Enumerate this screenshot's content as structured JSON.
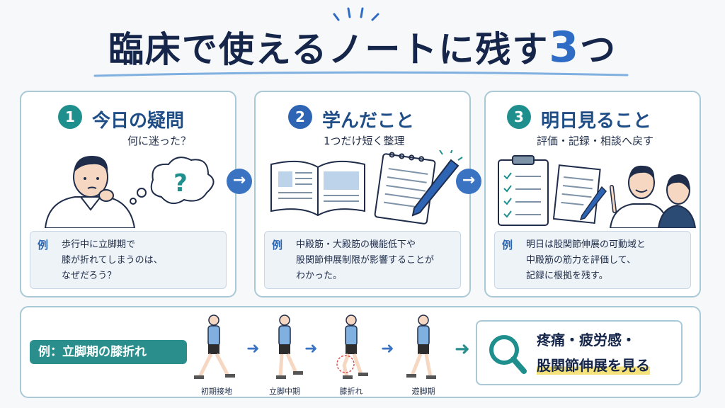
{
  "title": {
    "text": "臨床で使えるノートに残す",
    "number": "3",
    "suffix": "つ"
  },
  "cards": [
    {
      "number": "1",
      "title": "今日の疑問",
      "subtitle": "何に迷った？",
      "illustration_question_mark": "?",
      "example_label": "例",
      "example_text": "歩行中に立脚期で\n膝が折れてしまうのは、\nなぜだろう？"
    },
    {
      "number": "2",
      "title": "学んだこと",
      "subtitle": "1つだけ短く整理",
      "example_label": "例",
      "example_text": "中殿筋・大殿筋の機能低下や\n股関節伸展制限が影響することが\nわかった。"
    },
    {
      "number": "3",
      "title": "明日見ること",
      "subtitle": "評価・記録・相談へ戻す",
      "example_label": "例",
      "example_text": "明日は股関節伸展の可動域と\n中殿筋の筋力を評価して、\n記録に根拠を残す。"
    }
  ],
  "flow_arrow": "→",
  "bottom": {
    "tag": "例：立脚期の膝折れ",
    "phases": [
      "初期接地",
      "立脚中期",
      "膝折れ",
      "遊脚期"
    ],
    "step_arrow": "➜",
    "look_line1": "疼痛・疲労感・",
    "look_line2": "股関節伸展を見る"
  },
  "colors": {
    "teal": "#1f8f8d",
    "blue": "#2e64b4",
    "navy": "#16264a",
    "highlight": "#f5e27a",
    "card_border": "#a9c9d6"
  }
}
